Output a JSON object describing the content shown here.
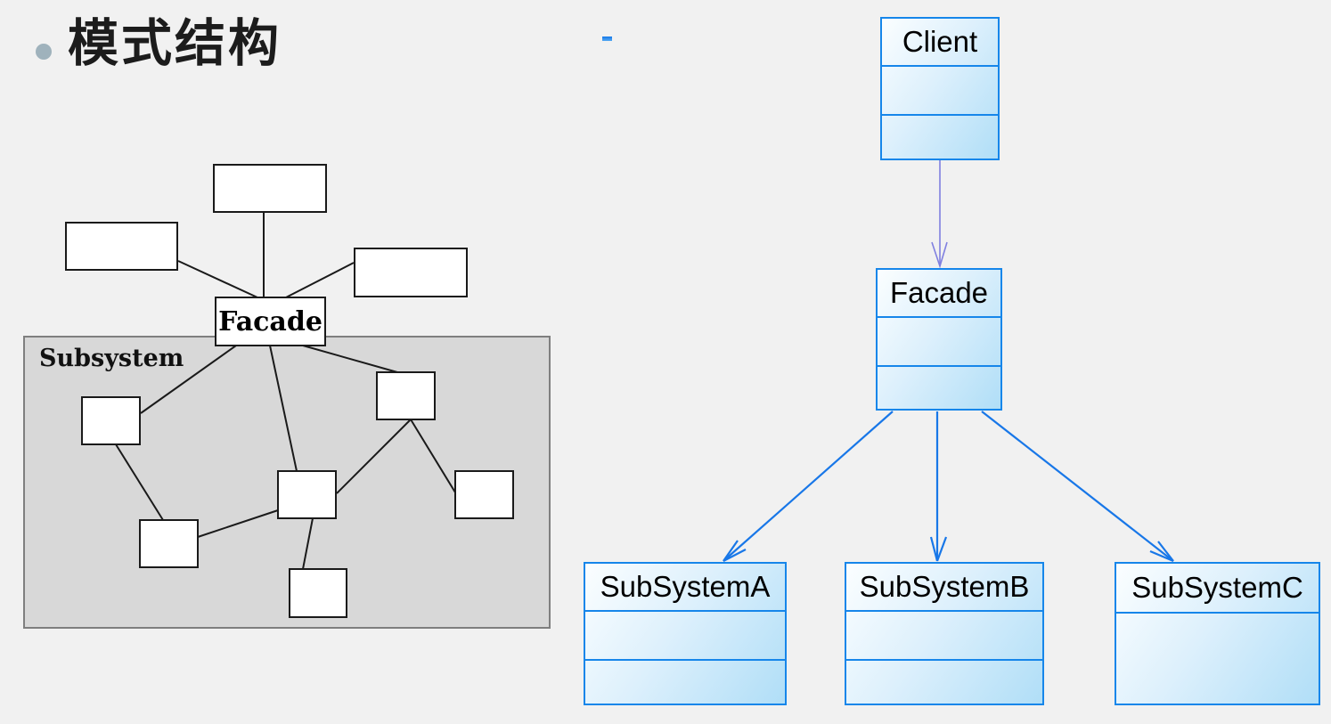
{
  "slide": {
    "title": "模式结构",
    "background_color": "#f1f1f1",
    "bullet_color": "#9fb2bc"
  },
  "left_diagram": {
    "subsystem_panel_label": "Subsystem",
    "facade_node_label": "Facade",
    "unlabeled_outer_boxes": 3,
    "unlabeled_subsystem_boxes": 6,
    "panel_fill": "#d8d8d8",
    "node_fill": "#ffffff",
    "node_border_color": "#1a1a1a",
    "line_color": "#000000",
    "edges": [
      "top-box — Facade",
      "left-box — Facade",
      "right-box — Facade",
      "Facade — subsystem-box-1",
      "Facade — subsystem-box-2",
      "Facade — subsystem-box-3",
      "subsystem-box-1 — subsystem-box-5",
      "subsystem-box-5 — subsystem-box-3",
      "subsystem-box-3 — subsystem-box-6",
      "subsystem-box-3 — subsystem-box-2",
      "subsystem-box-2 — subsystem-box-4"
    ]
  },
  "uml_diagram": {
    "client": {
      "label": "Client"
    },
    "facade": {
      "label": "Facade"
    },
    "subsystems": [
      {
        "label": "SubSystemA"
      },
      {
        "label": "SubSystemB"
      },
      {
        "label": "SubSystemC"
      }
    ],
    "border_color": "#1686ea",
    "fill_gradient_start": "#fbfeff",
    "fill_gradient_end": "#b0def7",
    "client_to_facade_arrow_color": "#8080e0",
    "facade_to_subsystem_arrow_color": "#1877e8",
    "edges": [
      "Client -> Facade",
      "Facade -> SubSystemA",
      "Facade -> SubSystemB",
      "Facade -> SubSystemC"
    ]
  }
}
